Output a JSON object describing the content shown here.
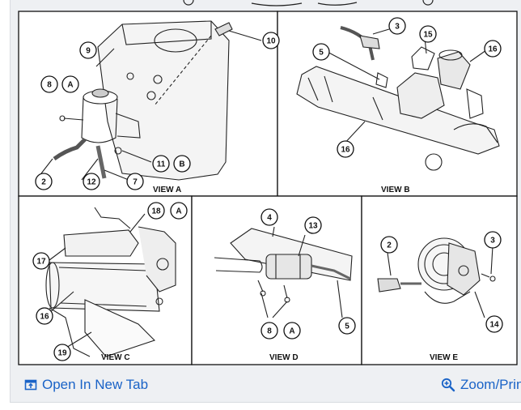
{
  "diagram": {
    "views": [
      {
        "id": "A",
        "label": "VIEW A"
      },
      {
        "id": "B",
        "label": "VIEW B"
      },
      {
        "id": "C",
        "label": "VIEW C"
      },
      {
        "id": "D",
        "label": "VIEW D"
      },
      {
        "id": "E",
        "label": "VIEW E"
      }
    ],
    "callouts": {
      "a_9": "9",
      "a_10": "10",
      "a_8": "8",
      "a_A": "A",
      "a_2": "2",
      "a_12": "12",
      "a_7": "7",
      "a_11": "11",
      "a_B": "B",
      "b_3": "3",
      "b_15": "15",
      "b_5": "5",
      "b_16a": "16",
      "b_16b": "16",
      "c_18": "18",
      "c_A": "A",
      "c_17": "17",
      "c_16": "16",
      "c_19": "19",
      "d_4": "4",
      "d_13": "13",
      "d_8": "8",
      "d_A": "A",
      "d_5": "5",
      "e_2": "2",
      "e_3": "3",
      "e_14": "14"
    }
  },
  "footer": {
    "open_label": "Open In New Tab",
    "zoom_label": "Zoom/Print",
    "open_icon": "open-in-new-tab-icon",
    "zoom_icon": "zoom-in-icon",
    "link_color": "#1a63c7"
  }
}
